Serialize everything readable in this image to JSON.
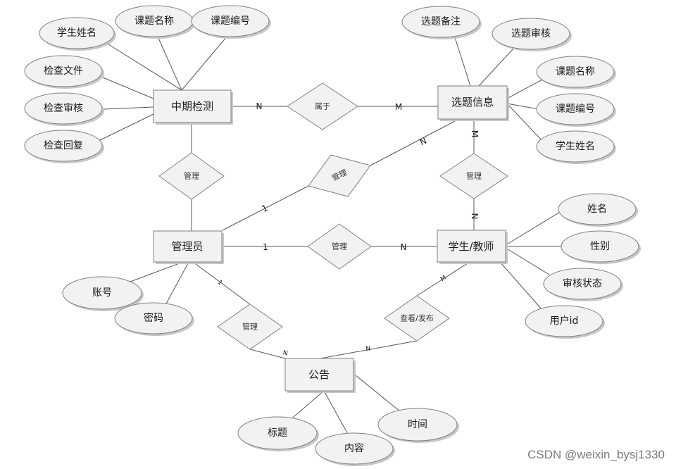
{
  "entities": {
    "midterm": "中期检测",
    "topic": "选题信息",
    "admin": "管理员",
    "student": "学生/教师",
    "notice": "公告"
  },
  "relations": {
    "belongs": "属于",
    "mgr_midterm": "管理",
    "mgr_topic": "管理",
    "mgr_student": "管理",
    "mgr_topic_student": "管理",
    "mgr_notice": "管理",
    "view_publish": "查看/发布"
  },
  "attributes": {
    "midterm": {
      "student_name": "学生姓名",
      "topic_name": "课题名称",
      "topic_no": "课题编号",
      "check_file": "检查文件",
      "check_review": "检查审核",
      "check_reply": "检查回复"
    },
    "topic": {
      "remark": "选题备注",
      "review": "选题审核",
      "topic_name": "课题名称",
      "topic_no": "课题编号",
      "student_name": "学生姓名"
    },
    "student": {
      "name": "姓名",
      "gender": "性别",
      "status": "审核状态",
      "user_id": "用户id"
    },
    "admin": {
      "account": "账号",
      "password": "密码"
    },
    "notice": {
      "title": "标题",
      "content": "内容",
      "time": "时间"
    }
  },
  "cardinalities": {
    "midterm_belongs": "N",
    "belongs_topic": "M",
    "topic_mgr": "N",
    "admin_mgr_topic": "1",
    "admin_mgr_student": "1",
    "mgr_student_n": "N",
    "topic_mgr2": "M",
    "mgr2_student": "N",
    "admin_mgr_notice": "1",
    "mgr_notice_n": "N",
    "student_view": "M",
    "view_notice": "N"
  },
  "watermark": "CSDN @weixin_bysj1330"
}
